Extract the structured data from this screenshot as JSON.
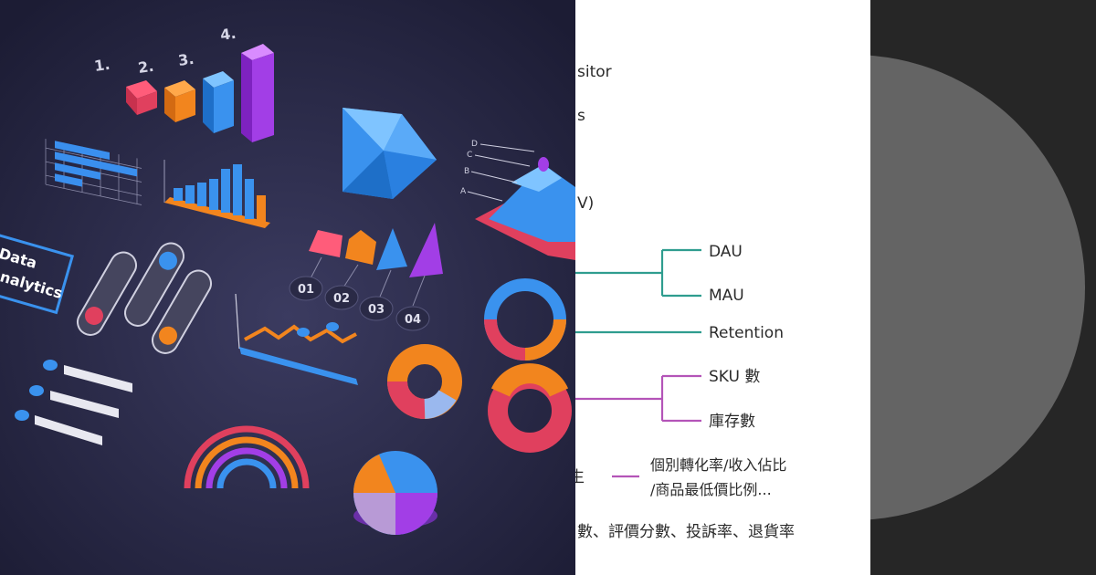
{
  "illustration": {
    "ranking_labels": [
      "1.",
      "2.",
      "3.",
      "4."
    ],
    "step_labels": [
      "01",
      "02",
      "03",
      "04"
    ],
    "pyramid_labels": [
      "D",
      "C",
      "B",
      "A"
    ],
    "badge_text": [
      "Data",
      "Analytics"
    ]
  },
  "diagram": {
    "fragments": [
      "sitor",
      "s",
      "V)"
    ],
    "nodes": {
      "dau": "DAU",
      "mau": "MAU",
      "retention": "Retention",
      "sku": "SKU 數",
      "stock": "庫存數",
      "conversion_line1": "個別轉化率/收入佔比",
      "conversion_line2": "/商品最低價比例...",
      "left_fragment": "生",
      "metrics": "數、評價分數、投訴率、退貨率"
    },
    "colors": {
      "teal": "#2f9d8f",
      "magenta": "#b454b8"
    }
  },
  "colors": {
    "illustration_bg": "#2a2a46",
    "right_bg": "#262626",
    "circle": "#646464"
  }
}
